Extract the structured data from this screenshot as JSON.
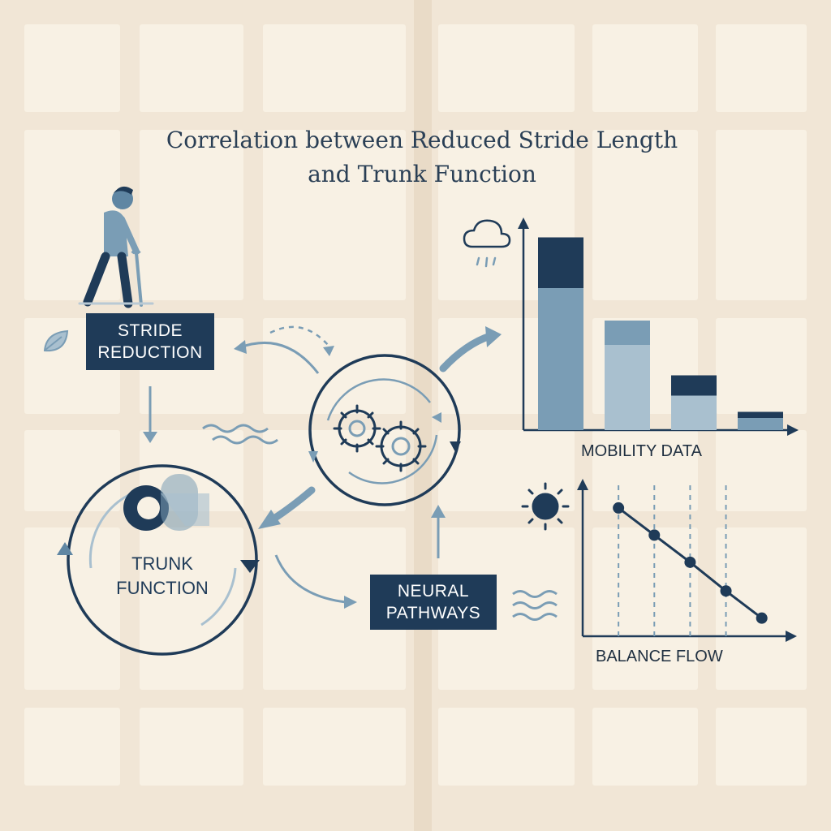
{
  "title": {
    "line1": "Correlation between Reduced Stride Length",
    "line2": "and Trunk Function"
  },
  "nodes": {
    "stride": {
      "line1": "STRIDE",
      "line2": "REDUCTION"
    },
    "trunk": {
      "line1": "TRUNK",
      "line2": "FUNCTION"
    },
    "neural": {
      "line1": "NEURAL",
      "line2": "PATHWAYS"
    }
  },
  "charts": {
    "mobility": {
      "caption": "MOBILITY DATA"
    },
    "balance": {
      "caption": "BALANCE FLOW"
    }
  },
  "colors": {
    "background": "#f1e6d6",
    "navy": "#1f3b58",
    "steel": "#7a9db5",
    "pale": "#a9c0cf"
  },
  "icons": [
    "walking-person-icon",
    "leaf-icon",
    "cloud-rain-icon",
    "sun-icon",
    "gears-icon",
    "wave-icon"
  ],
  "chart_data": [
    {
      "type": "bar",
      "title": "",
      "xlabel": "MOBILITY DATA",
      "ylabel": "",
      "categories": [
        "",
        "",
        "",
        ""
      ],
      "series": [
        {
          "values": [
            70,
            42,
            17,
            6
          ]
        },
        {
          "values": [
            25,
            12,
            10,
            3
          ]
        }
      ],
      "stacked": true,
      "ylim": [
        0,
        100
      ],
      "grid": false
    },
    {
      "type": "line",
      "title": "",
      "xlabel": "BALANCE FLOW",
      "ylabel": "",
      "x": [
        1,
        2,
        3,
        4,
        5
      ],
      "series": [
        {
          "values": [
            85,
            67,
            49,
            30,
            12
          ]
        }
      ],
      "xlim": [
        0,
        5.8
      ],
      "ylim": [
        0,
        100
      ],
      "grid": false
    }
  ]
}
